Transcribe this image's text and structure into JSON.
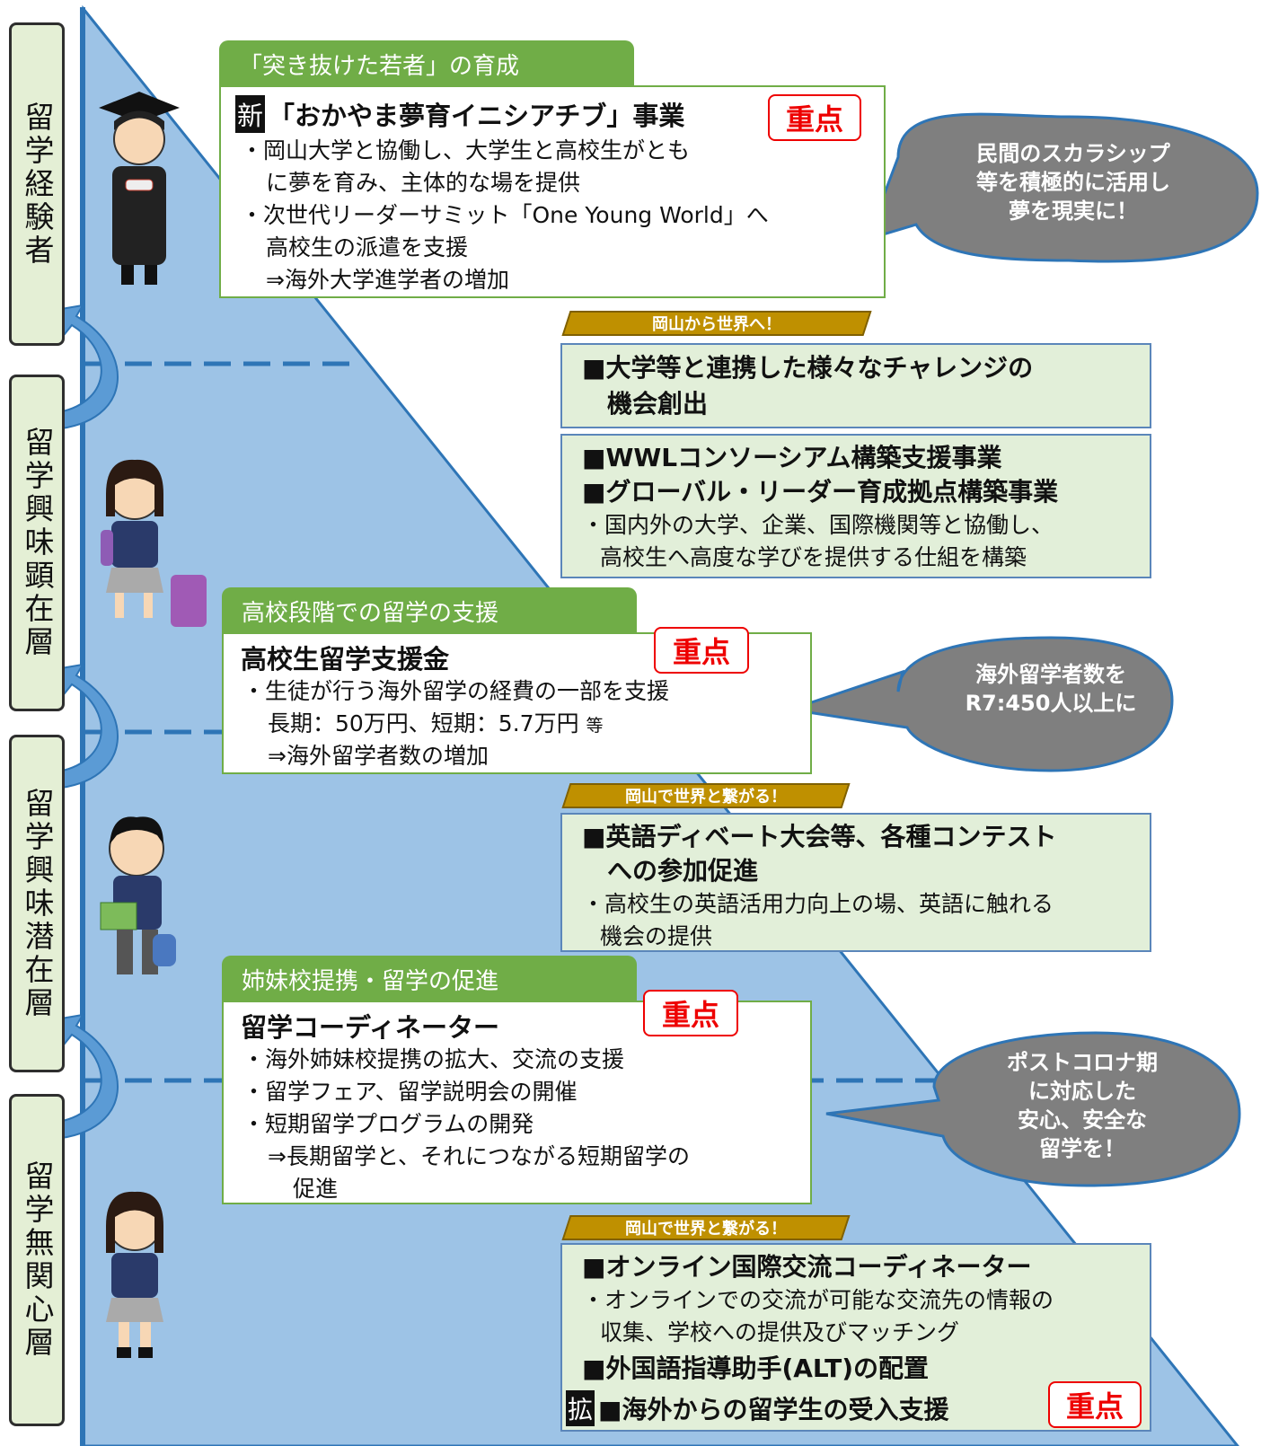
{
  "tiers": [
    {
      "label": "留学経験者"
    },
    {
      "label": "留学興味顕在層"
    },
    {
      "label": "留学興味潜在層"
    },
    {
      "label": "留学無関心層"
    }
  ],
  "section1": {
    "tab": "「突き抜けた若者」の育成",
    "new_mark": "新",
    "title": "「おかやま夢育イニシアチブ」事業",
    "badge": "重点",
    "lines": [
      "・岡山大学と協働し、大学生と高校生がとも",
      "に夢を育み、主体的な場を提供",
      "・次世代リーダーサミット「One Young World」へ",
      "高校生の派遣を支援",
      "⇒海外大学進学者の増加"
    ]
  },
  "bubble1": [
    "民間のスカラシップ",
    "等を積極的に活用し",
    "夢を現実に！"
  ],
  "banner1": "岡山から世界へ！",
  "box_a": {
    "lines": [
      "■大学等と連携した様々なチャレンジの",
      "機会創出"
    ]
  },
  "box_b": {
    "lines": [
      "■WWLコンソーシアム構築支援事業",
      "■グローバル・リーダー育成拠点構築事業",
      "・国内外の大学、企業、国際機関等と協働し、",
      "高校生へ高度な学びを提供する仕組を構築"
    ]
  },
  "section2": {
    "tab": "高校段階での留学の支援",
    "title": "高校生留学支援金",
    "badge": "重点",
    "lines": [
      "・生徒が行う海外留学の経費の一部を支援",
      "長期：50万円、短期：5.7万円",
      "等",
      "⇒海外留学者数の増加"
    ]
  },
  "bubble2": [
    "海外留学者数を",
    "R7:450人以上に"
  ],
  "banner2": "岡山で世界と繋がる！",
  "box_c": {
    "lines": [
      "■英語ディベート大会等、各種コンテスト",
      "への参加促進",
      "・高校生の英語活用力向上の場、英語に触れる",
      "機会の提供"
    ]
  },
  "section3": {
    "tab": "姉妹校提携・留学の促進",
    "title": "留学コーディネーター",
    "badge": "重点",
    "lines": [
      "・海外姉妹校提携の拡大、交流の支援",
      "・留学フェア、留学説明会の開催",
      "・短期留学プログラムの開発",
      "⇒長期留学と、それにつながる短期留学の",
      "促進"
    ]
  },
  "bubble3": [
    "ポストコロナ期",
    "に対応した",
    "安心、安全な",
    "留学を！"
  ],
  "banner3": "岡山で世界と繋がる！",
  "box_d": {
    "lines": [
      "■オンライン国際交流コーディネーター",
      "・オンラインでの交流が可能な交流先の情報の",
      "収集、学校への提供及びマッチング",
      "■外国語指導助手(ALT)の配置"
    ],
    "ext_mark": "拡",
    "last_line": "■海外からの留学生の受入支援",
    "badge": "重点"
  },
  "colors": {
    "pyramid": "#9dc3e6",
    "pyramid_edge": "#2e75b6",
    "green": "#70ad47",
    "light_green": "#e2efd9",
    "gold": "#bf9000",
    "bubble": "#7f7f7f",
    "red": "#ee0000"
  }
}
